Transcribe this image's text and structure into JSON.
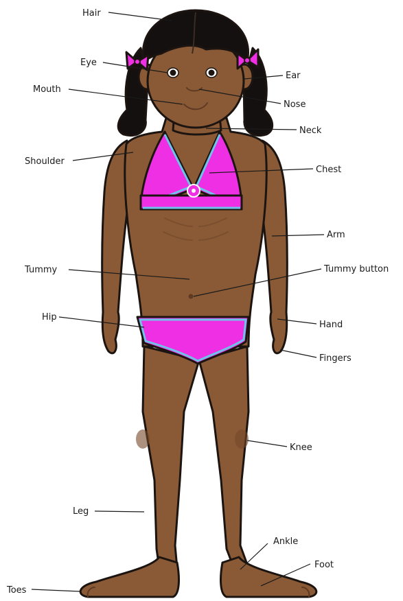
{
  "labels": {
    "hair": "Hair",
    "eye": "Eye",
    "ear": "Ear",
    "mouth": "Mouth",
    "nose": "Nose",
    "neck": "Neck",
    "shoulder": "Shoulder",
    "chest": "Chest",
    "arm": "Arm",
    "tummy": "Tummy",
    "tummy_button": "Tummy button",
    "hip": "Hip",
    "hand": "Hand",
    "fingers": "Fingers",
    "knee": "Knee",
    "leg": "Leg",
    "ankle": "Ankle",
    "foot": "Foot",
    "toes": "Toes"
  },
  "colors": {
    "skin": "#8a5a36",
    "swimsuit": "#ee2fe3",
    "swimsuit_trim": "#6ec3e8",
    "hair": "#141010"
  }
}
